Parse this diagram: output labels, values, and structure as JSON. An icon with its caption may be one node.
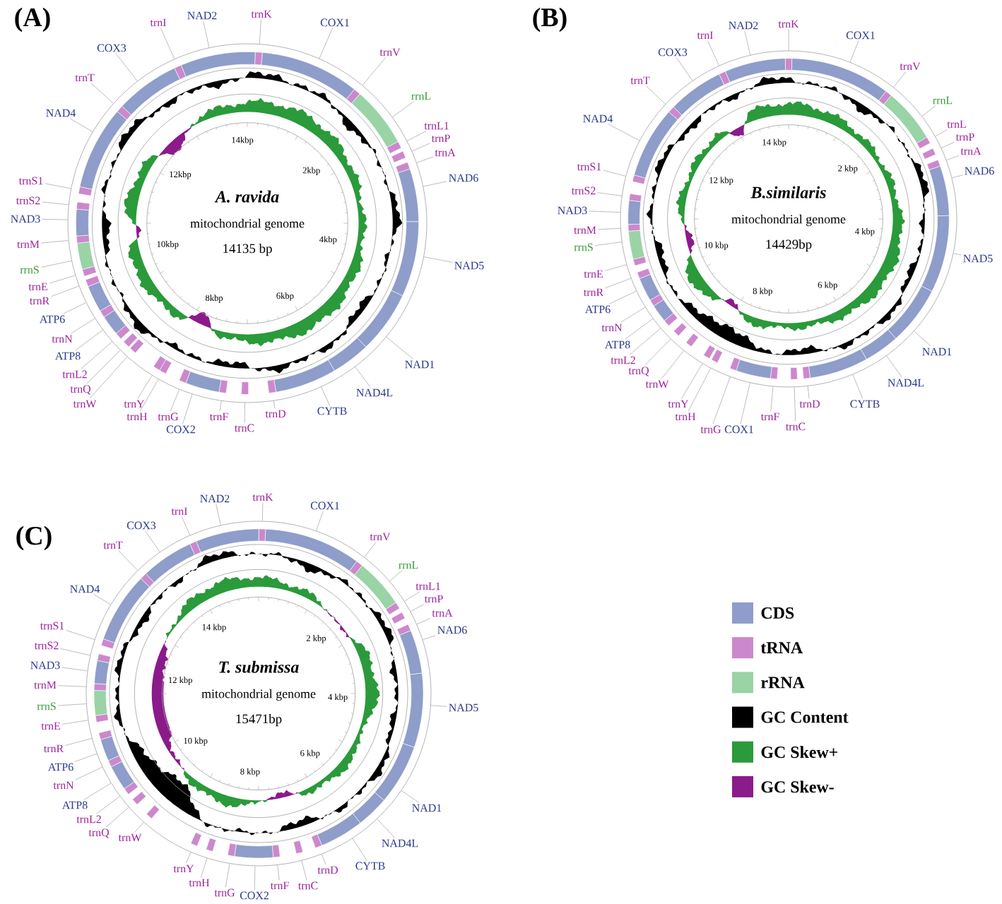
{
  "diagram": {
    "nodes": [
      {
        "text": [
          "A. ravida",
          "mitochondrial genome",
          "14135 bp"
        ]
      },
      {
        "text": [
          "trnI"
        ]
      },
      {
        "text": [
          "NAD2"
        ]
      },
      {
        "text": [
          "trnK"
        ]
      },
      {
        "text": [
          "COX1"
        ]
      },
      {
        "text": [
          "trnV"
        ]
      },
      {
        "text": [
          "rrnL"
        ]
      },
      {
        "text": [
          "trnL1"
        ]
      },
      {
        "text": [
          "trnP"
        ]
      },
      {
        "text": [
          "trnA"
        ]
      },
      {
        "text": [
          "NAD6"
        ]
      },
      {
        "text": [
          "NAD5"
        ]
      },
      {
        "text": [
          "NAD1"
        ]
      },
      {
        "text": [
          "NAD4L"
        ]
      },
      {
        "text": [
          "CYTB"
        ]
      },
      {
        "text": [
          "trnD"
        ]
      },
      {
        "text": [
          "trnC"
        ]
      },
      {
        "text": [
          "trnF"
        ]
      },
      {
        "text": [
          "COX2"
        ]
      },
      {
        "text": [
          "trnG"
        ]
      },
      {
        "text": [
          "trnH"
        ]
      },
      {
        "text": [
          "trnY"
        ]
      },
      {
        "text": [
          "trnW"
        ]
      },
      {
        "text": [
          "trnQ"
        ]
      },
      {
        "text": [
          "trnL2"
        ]
      },
      {
        "text": [
          "ATP8"
        ]
      },
      {
        "text": [
          "trnN"
        ]
      },
      {
        "text": [
          "ATP6"
        ]
      },
      {
        "text": [
          "trnR"
        ]
      },
      {
        "text": [
          "trnE"
        ]
      },
      {
        "text": [
          "rrnS"
        ]
      },
      {
        "text": [
          "trnM"
        ]
      },
      {
        "text": [
          "NAD3"
        ]
      },
      {
        "text": [
          "trnS2"
        ]
      },
      {
        "text": [
          "trnS1"
        ]
      },
      {
        "text": [
          "NAD4"
        ]
      },
      {
        "text": [
          "trnT"
        ]
      },
      {
        "text": [
          "COX3"
        ]
      },
      {
        "text": [
          "B.similaris",
          "mitochondrial genome",
          "14429bp"
        ]
      },
      {
        "text": [
          "trnI"
        ]
      },
      {
        "text": [
          "NAD2"
        ]
      },
      {
        "text": [
          "trnK"
        ]
      },
      {
        "text": [
          "COX1"
        ]
      },
      {
        "text": [
          "trnV"
        ]
      },
      {
        "text": [
          "rrnL"
        ]
      },
      {
        "text": [
          "trnL"
        ]
      },
      {
        "text": [
          "trnP"
        ]
      },
      {
        "text": [
          "trnA"
        ]
      },
      {
        "text": [
          "NAD6"
        ]
      },
      {
        "text": [
          "NAD5"
        ]
      },
      {
        "text": [
          "NAD1"
        ]
      },
      {
        "text": [
          "NAD4L"
        ]
      },
      {
        "text": [
          "CYTB"
        ]
      },
      {
        "text": [
          "trnD"
        ]
      },
      {
        "text": [
          "trnC"
        ]
      },
      {
        "text": [
          "trnF"
        ]
      },
      {
        "text": [
          "COX1"
        ]
      },
      {
        "text": [
          "trnG"
        ]
      },
      {
        "text": [
          "trnH"
        ]
      },
      {
        "text": [
          "trnY"
        ]
      },
      {
        "text": [
          "trnW"
        ]
      },
      {
        "text": [
          "trnQ"
        ]
      },
      {
        "text": [
          "trnL2"
        ]
      },
      {
        "text": [
          "ATP8"
        ]
      },
      {
        "text": [
          "trnN"
        ]
      },
      {
        "text": [
          "ATP6"
        ]
      },
      {
        "text": [
          "trnR"
        ]
      },
      {
        "text": [
          "trnE"
        ]
      },
      {
        "text": [
          "rrnS"
        ]
      },
      {
        "text": [
          "trnM"
        ]
      },
      {
        "text": [
          "NAD3"
        ]
      },
      {
        "text": [
          "trnS2"
        ]
      },
      {
        "text": [
          "trnS1"
        ]
      },
      {
        "text": [
          "NAD4"
        ]
      },
      {
        "text": [
          "trnT"
        ]
      },
      {
        "text": [
          "COX3"
        ]
      },
      {
        "text": [
          "T. submissa",
          "mitochondrial genome",
          "15471bp"
        ]
      },
      {
        "text": [
          "trnI"
        ]
      },
      {
        "text": [
          "NAD2"
        ]
      },
      {
        "text": [
          "trnK"
        ]
      },
      {
        "text": [
          "COX1"
        ]
      },
      {
        "text": [
          "trnV"
        ]
      },
      {
        "text": [
          "rrnL"
        ]
      },
      {
        "text": [
          "trnL1"
        ]
      },
      {
        "text": [
          "trnP"
        ]
      },
      {
        "text": [
          "trnA"
        ]
      },
      {
        "text": [
          "NAD6"
        ]
      },
      {
        "text": [
          "NAD5"
        ]
      },
      {
        "text": [
          "NAD1"
        ]
      },
      {
        "text": [
          "NAD4L"
        ]
      },
      {
        "text": [
          "CYTB"
        ]
      },
      {
        "text": [
          "trnD"
        ]
      },
      {
        "text": [
          "trnC"
        ]
      },
      {
        "text": [
          "trnF"
        ]
      },
      {
        "text": [
          "COX2"
        ]
      },
      {
        "text": [
          "trnG"
        ]
      },
      {
        "text": [
          "trnH"
        ]
      },
      {
        "text": [
          "trnY"
        ]
      },
      {
        "text": [
          "trnW"
        ]
      },
      {
        "text": [
          "trnQ"
        ]
      },
      {
        "text": [
          "trnL2"
        ]
      },
      {
        "text": [
          "ATP8"
        ]
      },
      {
        "text": [
          "trnN"
        ]
      },
      {
        "text": [
          "ATP6"
        ]
      },
      {
        "text": [
          "trnR"
        ]
      },
      {
        "text": [
          "trnE"
        ]
      },
      {
        "text": [
          "rrnS"
        ]
      },
      {
        "text": [
          "trnM"
        ]
      },
      {
        "text": [
          "NAD3"
        ]
      },
      {
        "text": [
          "trnS2"
        ]
      },
      {
        "text": [
          "trnS1"
        ]
      },
      {
        "text": [
          "NAD4"
        ]
      },
      {
        "text": [
          "trnT"
        ]
      },
      {
        "text": [
          "COX3"
        ]
      }
    ],
    "edges": [
      {
        "from": 1,
        "to": 0,
        "arrow": "none"
      },
      {
        "from": 2,
        "to": 0,
        "arrow": "none"
      },
      {
        "from": 3,
        "to": 0,
        "arrow": "none"
      },
      {
        "from": 4,
        "to": 0,
        "arrow": "none"
      },
      {
        "from": 5,
        "to": 0,
        "arrow": "none"
      },
      {
        "from": 6,
        "to": 0,
        "arrow": "none"
      },
      {
        "from": 7,
        "to": 0,
        "arrow": "none"
      },
      {
        "from": 8,
        "to": 0,
        "arrow": "none"
      },
      {
        "from": 9,
        "to": 0,
        "arrow": "none"
      },
      {
        "from": 10,
        "to": 0,
        "arrow": "none"
      },
      {
        "from": 11,
        "to": 0,
        "arrow": "none"
      },
      {
        "from": 12,
        "to": 0,
        "arrow": "none"
      },
      {
        "from": 13,
        "to": 0,
        "arrow": "none"
      },
      {
        "from": 14,
        "to": 0,
        "arrow": "none"
      },
      {
        "from": 15,
        "to": 0,
        "arrow": "none"
      },
      {
        "from": 16,
        "to": 0,
        "arrow": "none"
      },
      {
        "from": 17,
        "to": 0,
        "arrow": "none"
      },
      {
        "from": 18,
        "to": 0,
        "arrow": "none"
      },
      {
        "from": 19,
        "to": 0,
        "arrow": "none"
      },
      {
        "from": 20,
        "to": 0,
        "arrow": "none"
      },
      {
        "from": 21,
        "to": 0,
        "arrow": "none"
      },
      {
        "from": 22,
        "to": 0,
        "arrow": "none"
      },
      {
        "from": 23,
        "to": 0,
        "arrow": "none"
      },
      {
        "from": 24,
        "to": 0,
        "arrow": "none"
      },
      {
        "from": 25,
        "to": 0,
        "arrow": "none"
      },
      {
        "from": 26,
        "to": 0,
        "arrow": "none"
      },
      {
        "from": 27,
        "to": 0,
        "arrow": "none"
      },
      {
        "from": 28,
        "to": 0,
        "arrow": "none"
      },
      {
        "from": 29,
        "to": 0,
        "arrow": "none"
      },
      {
        "from": 30,
        "to": 0,
        "arrow": "none"
      },
      {
        "from": 31,
        "to": 0,
        "arrow": "none"
      },
      {
        "from": 32,
        "to": 0,
        "arrow": "none"
      },
      {
        "from": 33,
        "to": 0,
        "arrow": "none"
      },
      {
        "from": 34,
        "to": 0,
        "arrow": "none"
      },
      {
        "from": 35,
        "to": 0,
        "arrow": "none"
      },
      {
        "from": 36,
        "to": 0,
        "arrow": "none"
      },
      {
        "from": 37,
        "to": 0,
        "arrow": "none"
      },
      {
        "from": 39,
        "to": 38,
        "arrow": "none"
      },
      {
        "from": 40,
        "to": 38,
        "arrow": "none"
      },
      {
        "from": 41,
        "to": 38,
        "arrow": "none"
      },
      {
        "from": 42,
        "to": 38,
        "arrow": "none"
      },
      {
        "from": 43,
        "to": 38,
        "arrow": "none"
      },
      {
        "from": 44,
        "to": 38,
        "arrow": "none"
      },
      {
        "from": 45,
        "to": 38,
        "arrow": "none"
      },
      {
        "from": 46,
        "to": 38,
        "arrow": "none"
      },
      {
        "from": 47,
        "to": 38,
        "arrow": "none"
      },
      {
        "from": 48,
        "to": 38,
        "arrow": "none"
      },
      {
        "from": 49,
        "to": 38,
        "arrow": "none"
      },
      {
        "from": 50,
        "to": 38,
        "arrow": "none"
      },
      {
        "from": 51,
        "to": 38,
        "arrow": "none"
      },
      {
        "from": 52,
        "to": 38,
        "arrow": "none"
      },
      {
        "from": 53,
        "to": 38,
        "arrow": "none"
      },
      {
        "from": 54,
        "to": 38,
        "arrow": "none"
      },
      {
        "from": 55,
        "to": 38,
        "arrow": "none"
      },
      {
        "from": 56,
        "to": 38,
        "arrow": "none"
      },
      {
        "from": 57,
        "to": 38,
        "arrow": "none"
      },
      {
        "from": 58,
        "to": 38,
        "arrow": "none"
      },
      {
        "from": 59,
        "to": 38,
        "arrow": "none"
      },
      {
        "from": 60,
        "to": 38,
        "arrow": "none"
      },
      {
        "from": 61,
        "to": 38,
        "arrow": "none"
      },
      {
        "from": 62,
        "to": 38,
        "arrow": "none"
      },
      {
        "from": 63,
        "to": 38,
        "arrow": "none"
      },
      {
        "from": 64,
        "to": 38,
        "arrow": "none"
      },
      {
        "from": 65,
        "to": 38,
        "arrow": "none"
      },
      {
        "from": 66,
        "to": 38,
        "arrow": "none"
      },
      {
        "from": 67,
        "to": 38,
        "arrow": "none"
      },
      {
        "from": 68,
        "to": 38,
        "arrow": "none"
      },
      {
        "from": 69,
        "to": 38,
        "arrow": "none"
      },
      {
        "from": 70,
        "to": 38,
        "arrow": "none"
      },
      {
        "from": 71,
        "to": 38,
        "arrow": "none"
      },
      {
        "from": 72,
        "to": 38,
        "arrow": "none"
      },
      {
        "from": 73,
        "to": 38,
        "arrow": "none"
      },
      {
        "from": 74,
        "to": 38,
        "arrow": "none"
      },
      {
        "from": 75,
        "to": 38,
        "arrow": "none"
      },
      {
        "from": 77,
        "to": 76,
        "arrow": "none"
      },
      {
        "from": 78,
        "to": 76,
        "arrow": "none"
      },
      {
        "from": 79,
        "to": 76,
        "arrow": "none"
      },
      {
        "from": 80,
        "to": 76,
        "arrow": "none"
      },
      {
        "from": 81,
        "to": 76,
        "arrow": "none"
      },
      {
        "from": 82,
        "to": 76,
        "arrow": "none"
      },
      {
        "from": 83,
        "to": 76,
        "arrow": "none"
      },
      {
        "from": 84,
        "to": 76,
        "arrow": "none"
      },
      {
        "from": 85,
        "to": 76,
        "arrow": "none"
      },
      {
        "from": 86,
        "to": 76,
        "arrow": "none"
      },
      {
        "from": 87,
        "to": 76,
        "arrow": "none"
      },
      {
        "from": 88,
        "to": 76,
        "arrow": "none"
      },
      {
        "from": 89,
        "to": 76,
        "arrow": "none"
      },
      {
        "from": 90,
        "to": 76,
        "arrow": "none"
      },
      {
        "from": 91,
        "to": 76,
        "arrow": "none"
      },
      {
        "from": 92,
        "to": 76,
        "arrow": "none"
      },
      {
        "from": 93,
        "to": 76,
        "arrow": "none"
      },
      {
        "from": 94,
        "to": 76,
        "arrow": "none"
      },
      {
        "from": 95,
        "to": 76,
        "arrow": "none"
      },
      {
        "from": 96,
        "to": 76,
        "arrow": "none"
      },
      {
        "from": 97,
        "to": 76,
        "arrow": "none"
      },
      {
        "from": 98,
        "to": 76,
        "arrow": "none"
      },
      {
        "from": 99,
        "to": 76,
        "arrow": "none"
      },
      {
        "from": 100,
        "to": 76,
        "arrow": "none"
      },
      {
        "from": 101,
        "to": 76,
        "arrow": "none"
      },
      {
        "from": 102,
        "to": 76,
        "arrow": "none"
      },
      {
        "from": 103,
        "to": 76,
        "arrow": "none"
      },
      {
        "from": 104,
        "to": 76,
        "arrow": "none"
      },
      {
        "from": 105,
        "to": 76,
        "arrow": "none"
      },
      {
        "from": 106,
        "to": 76,
        "arrow": "none"
      },
      {
        "from": 107,
        "to": 76,
        "arrow": "none"
      },
      {
        "from": 108,
        "to": 76,
        "arrow": "none"
      },
      {
        "from": 109,
        "to": 76,
        "arrow": "none"
      },
      {
        "from": 110,
        "to": 76,
        "arrow": "none"
      },
      {
        "from": 111,
        "to": 76,
        "arrow": "none"
      },
      {
        "from": 112,
        "to": 76,
        "arrow": "none"
      },
      {
        "from": 113,
        "to": 76,
        "arrow": "none"
      }
    ],
    "labels": [
      "(A)",
      "14kbp",
      "2kbp",
      "4kbp",
      "6kbp",
      "8kbp",
      "10kbp",
      "12kbp",
      "(B)",
      "14 kbp",
      "2 kbp",
      "4 kbp",
      "6 kbp",
      "8 kbp",
      "10 kbp",
      "12 kbp",
      "(C)",
      "14 kbp",
      "2 kbp",
      "4 kbp",
      "6 kbp",
      "8 kbp",
      "10 kbp",
      "12 kbp"
    ],
    "legend": [
      {
        "text": "CDS",
        "color": "#8e9dc9"
      },
      {
        "text": "tRNA",
        "color": "#cc88cc"
      },
      {
        "text": "rRNA",
        "color": "#99d3a6"
      },
      {
        "text": "GC Content",
        "color": "#000000"
      },
      {
        "text": "GC Skew+",
        "color": "#2a9a3a"
      },
      {
        "text": "GC Skew-",
        "color": "#8b1a8b"
      }
    ]
  }
}
